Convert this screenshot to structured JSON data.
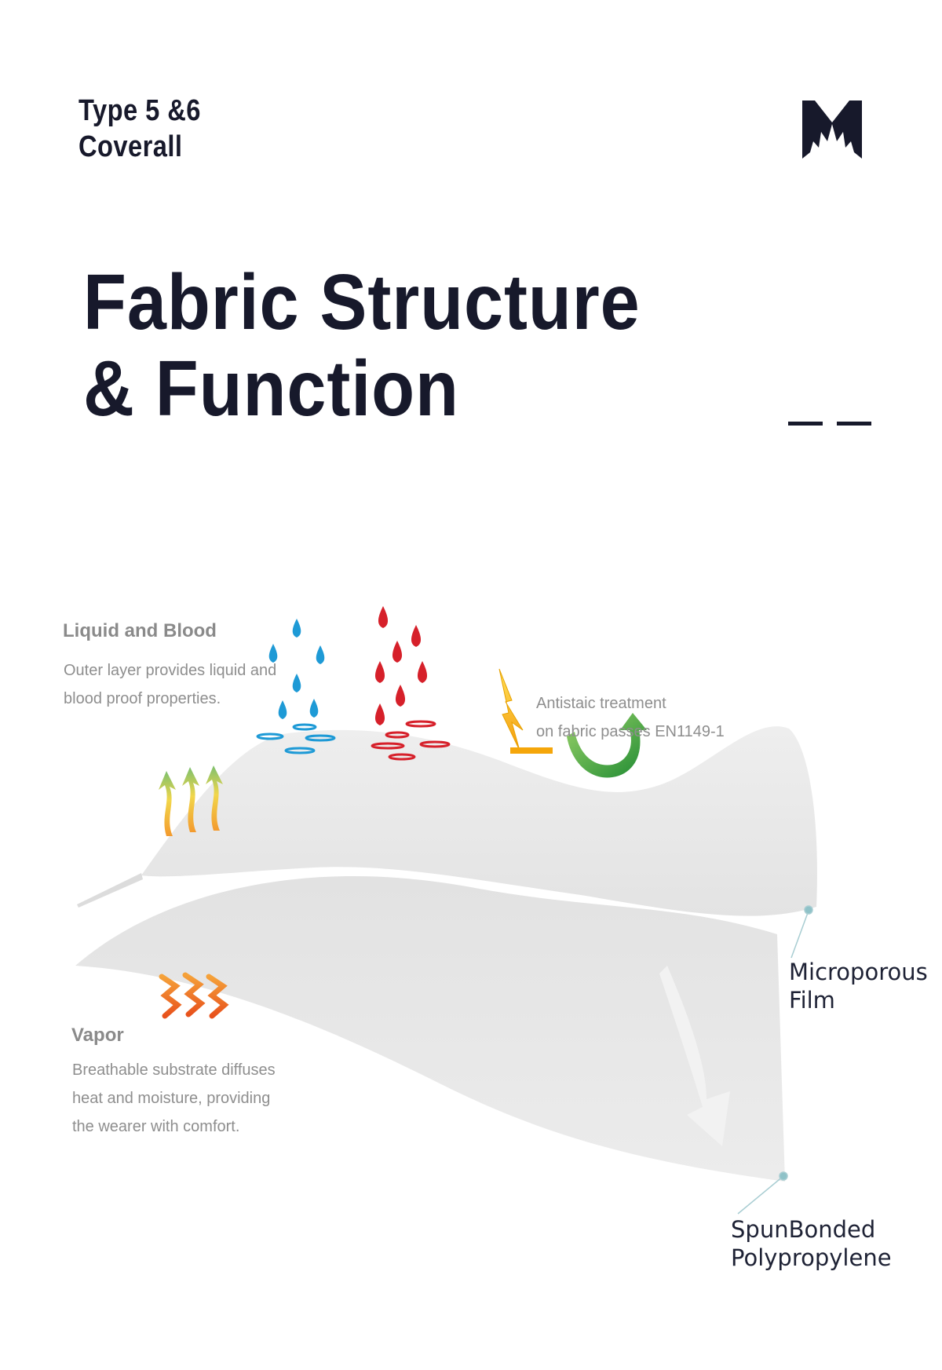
{
  "header": {
    "subtitle_line1": "Type 5 &6",
    "subtitle_line2": "Coverall",
    "logo_icon": "brand-m-logo"
  },
  "title": {
    "line1": "Fabric Structure",
    "line2": "& Function"
  },
  "colors": {
    "text_dark": "#17192b",
    "label_gray": "#8a8a8a",
    "water_blue": "#1e9ad6",
    "blood_red": "#d6202a",
    "spark_yellow": "#f5c400",
    "arrow_green": "#3aa63c",
    "heat_orange": "#f07a1e",
    "pointer_teal": "#8fc2c8",
    "fabric_gray": "#e8e8e8"
  },
  "labels": {
    "liquid": {
      "heading": "Liquid and Blood",
      "text": "Outer layer provides liquid and\nblood proof properties."
    },
    "antistatic": {
      "text": "Antistaic treatment\non fabric passes EN1149-1"
    },
    "vapor": {
      "heading": "Vapor",
      "text": "Breathable substrate diffuses\nheat and moisture, providing\nthe wearer with comfort."
    },
    "film": "Microporous\nFilm",
    "spunbond": "SpunBonded\nPolypropylene"
  },
  "icons": [
    "water-drop-icon",
    "blood-drop-icon",
    "lightning-icon",
    "curved-arrow-icon",
    "vapor-arrows-icon",
    "heat-waves-icon"
  ]
}
